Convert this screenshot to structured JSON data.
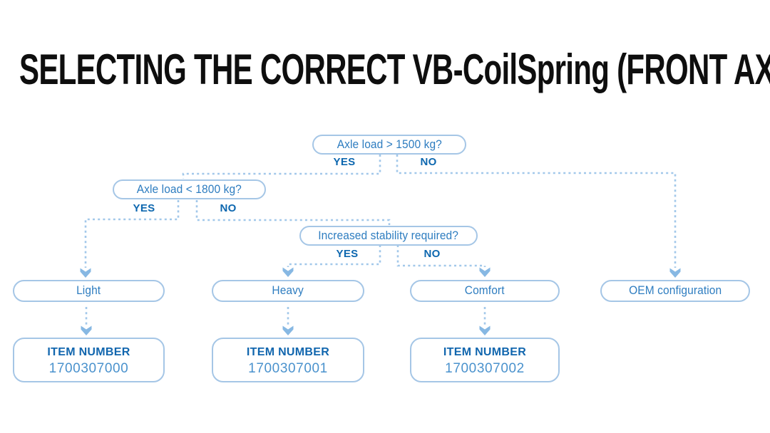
{
  "title": "SELECTING THE CORRECT VB-CoilSpring (FRONT AXLE)",
  "colors": {
    "background": "#ffffff",
    "title_text": "#0e0e0e",
    "box_border": "#a5c6e6",
    "question_text": "#2e7dc0",
    "yes_no_text": "#0d67af",
    "item_label_text": "#1166ae",
    "item_number_text": "#4a92cd",
    "connector_dash": "#a2c8ea",
    "arrowhead": "#87b8e3"
  },
  "flowchart": {
    "decisions": [
      {
        "question": "Axle load > 1500 kg?",
        "yes_label": "YES",
        "no_label": "NO"
      },
      {
        "question": "Axle load < 1800 kg?",
        "yes_label": "YES",
        "no_label": "NO"
      },
      {
        "question": "Increased stability required?",
        "yes_label": "YES",
        "no_label": "NO"
      }
    ],
    "outcomes": [
      {
        "label": "Light",
        "item_label": "ITEM NUMBER",
        "item_number": "1700307000"
      },
      {
        "label": "Heavy",
        "item_label": "ITEM NUMBER",
        "item_number": "1700307001"
      },
      {
        "label": "Comfort",
        "item_label": "ITEM NUMBER",
        "item_number": "1700307002"
      },
      {
        "label": "OEM configuration"
      }
    ]
  }
}
